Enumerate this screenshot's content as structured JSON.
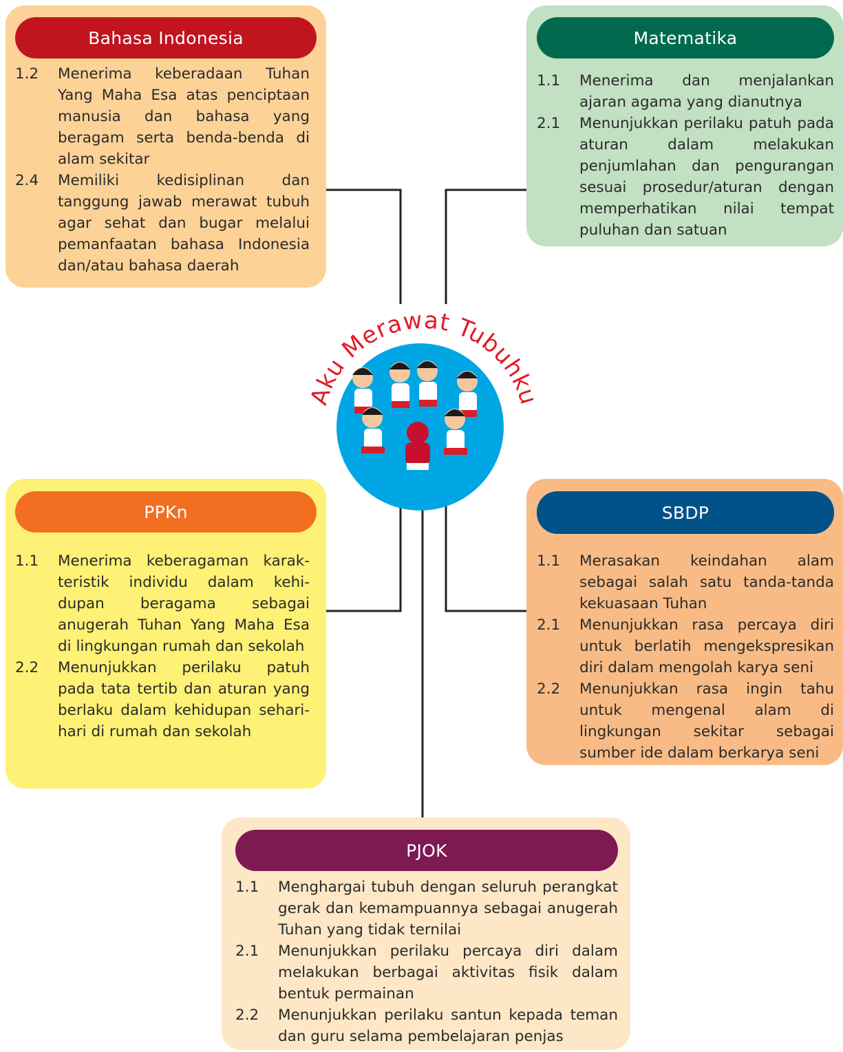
{
  "center": {
    "title": "Aku Merawat Tubuhku"
  },
  "colors": {
    "bahasa_bg": "#fcd297",
    "bahasa_header": "#c0141f",
    "matematika_bg": "#c2e0c2",
    "matematika_header": "#006a4e",
    "ppkn_bg": "#fdf176",
    "ppkn_header": "#f26f22",
    "sbdp_bg": "#f8bb86",
    "sbdp_header": "#005288",
    "pjok_bg": "#fde7c7",
    "pjok_header": "#7d1a52",
    "hub_circle": "#00a6e4",
    "title_red": "#e11b24"
  },
  "bahasa": {
    "title": "Bahasa Indonesia",
    "items": [
      {
        "num": "1.2",
        "text": "Menerima keberadaan Tuhan Yang Maha Esa atas penciptaan manusia dan bahasa yang beragam serta benda-benda di alam sekitar"
      },
      {
        "num": "2.4",
        "text": "Memiliki kedisiplinan dan tanggung jawab merawat tubuh agar sehat dan bugar melalui pemanfaatan bahasa Indonesia dan/atau bahasa daerah"
      }
    ]
  },
  "matematika": {
    "title": "Matematika",
    "items": [
      {
        "num": "1.1",
        "text": "Menerima dan menjalankan ajaran agama yang dianutnya"
      },
      {
        "num": "2.1",
        "text": "Menunjukkan perilaku patuh pada aturan dalam melakukan penjumlahan dan pengurangan sesuai prosedur/aturan dengan memperhatikan nilai tempat puluhan dan satuan"
      }
    ]
  },
  "ppkn": {
    "title": "PPKn",
    "items": [
      {
        "num": "1.1",
        "text": "Menerima keberagaman karak-teristik individu dalam kehi-dupan beragama sebagai anugerah Tuhan Yang Maha Esa di lingkungan rumah dan sekolah"
      },
      {
        "num": "2.2",
        "text": "Menunjukkan perilaku patuh pada tata tertib dan aturan yang berlaku dalam kehidupan sehari-hari di rumah dan sekolah"
      }
    ]
  },
  "sbdp": {
    "title": "SBDP",
    "items": [
      {
        "num": "1.1",
        "text": "Merasakan keindahan alam sebagai salah satu tanda-tanda kekuasaan Tuhan"
      },
      {
        "num": "2.1",
        "text": "Menunjukkan rasa percaya diri untuk berlatih mengekspresikan diri dalam mengolah karya seni"
      },
      {
        "num": "2.2",
        "text": "Menunjukkan rasa ingin tahu untuk mengenal alam di lingkungan sekitar sebagai sumber ide dalam berkarya seni"
      }
    ]
  },
  "pjok": {
    "title": "PJOK",
    "items": [
      {
        "num": "1.1",
        "text": "Menghargai tubuh dengan seluruh perangkat gerak dan kemampuannya sebagai anugerah Tuhan yang tidak ternilai"
      },
      {
        "num": "2.1",
        "text": "Menunjukkan perilaku percaya diri dalam melakukan berbagai aktivitas fisik dalam bentuk permainan"
      },
      {
        "num": "2.2",
        "text": "Menunjukkan perilaku santun kepada teman dan guru selama pembelajaran penjas"
      }
    ]
  }
}
